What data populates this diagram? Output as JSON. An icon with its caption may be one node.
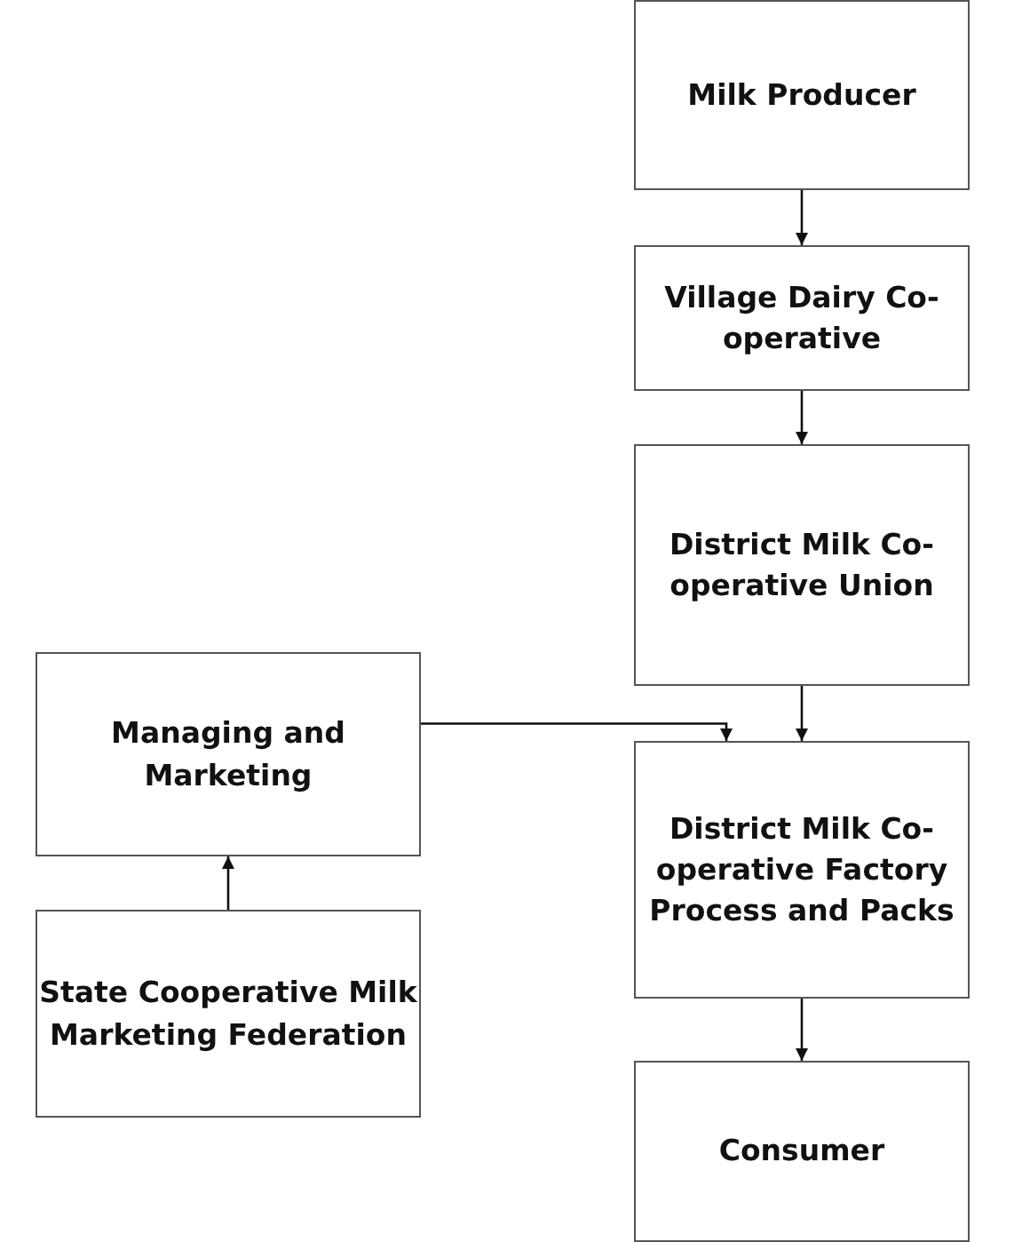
{
  "diagram": {
    "nodes": [
      {
        "text": [
          "Milk Producer"
        ]
      },
      {
        "text": [
          "Village Dairy Co-operative"
        ]
      },
      {
        "text": [
          "District Milk Co-operative Union"
        ]
      },
      {
        "text": [
          "Managing and Marketing"
        ]
      },
      {
        "text": [
          "District Milk Co-operative Factory Process and Packs"
        ]
      },
      {
        "text": [
          "State Cooperative Milk Marketing Federation"
        ]
      },
      {
        "text": [
          "Consumer"
        ]
      }
    ],
    "edges": [
      {
        "from": 0,
        "to": 1,
        "arrow": "to"
      },
      {
        "from": 1,
        "to": 2,
        "arrow": "to"
      },
      {
        "from": 2,
        "to": 4,
        "arrow": "to"
      },
      {
        "from": 3,
        "to": 4,
        "arrow": "to"
      },
      {
        "from": 4,
        "to": 6,
        "arrow": "to"
      },
      {
        "from": 5,
        "to": 3,
        "arrow": "to"
      }
    ]
  }
}
